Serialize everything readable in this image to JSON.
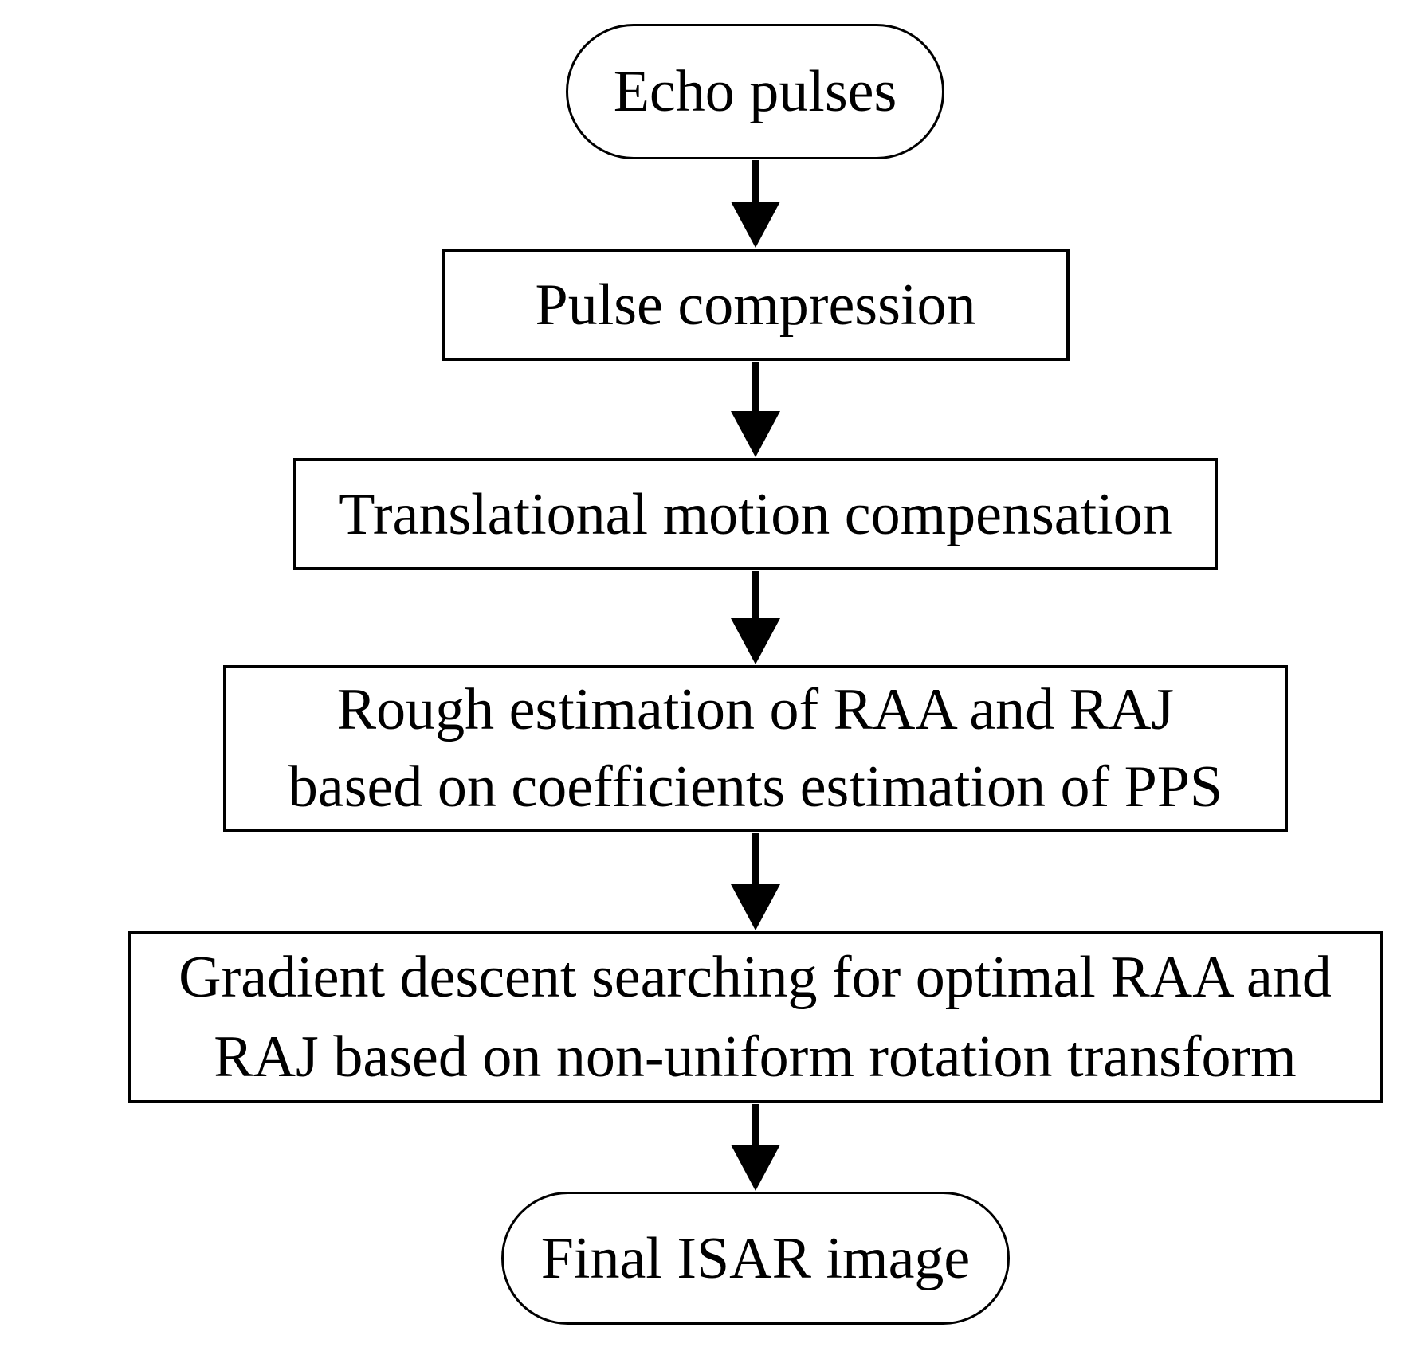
{
  "diagram": {
    "type": "flowchart",
    "colors": {
      "background": "#ffffff",
      "stroke": "#000000",
      "text": "#000000"
    },
    "nodes": [
      {
        "id": "echo-pulses",
        "shape": "stadium",
        "label": "Echo pulses"
      },
      {
        "id": "pulse-compression",
        "shape": "rect",
        "label": "Pulse compression"
      },
      {
        "id": "translational-motion-compensation",
        "shape": "rect",
        "label": "Translational motion compensation"
      },
      {
        "id": "rough-estimation",
        "shape": "rect",
        "lines": [
          "Rough estimation of RAA and RAJ",
          "based on coefficients estimation of PPS"
        ]
      },
      {
        "id": "gradient-descent-search",
        "shape": "rect",
        "lines": [
          "Gradient descent searching for optimal RAA and",
          "RAJ based on non-uniform rotation transform"
        ]
      },
      {
        "id": "final-isar-image",
        "shape": "stadium",
        "label": "Final ISAR image"
      }
    ],
    "edges": [
      {
        "from": "echo-pulses",
        "to": "pulse-compression",
        "type": "arrow-down"
      },
      {
        "from": "pulse-compression",
        "to": "translational-motion-compensation",
        "type": "arrow-down"
      },
      {
        "from": "translational-motion-compensation",
        "to": "rough-estimation",
        "type": "arrow-down"
      },
      {
        "from": "rough-estimation",
        "to": "gradient-descent-search",
        "type": "arrow-down"
      },
      {
        "from": "gradient-descent-search",
        "to": "final-isar-image",
        "type": "arrow-down"
      }
    ]
  }
}
